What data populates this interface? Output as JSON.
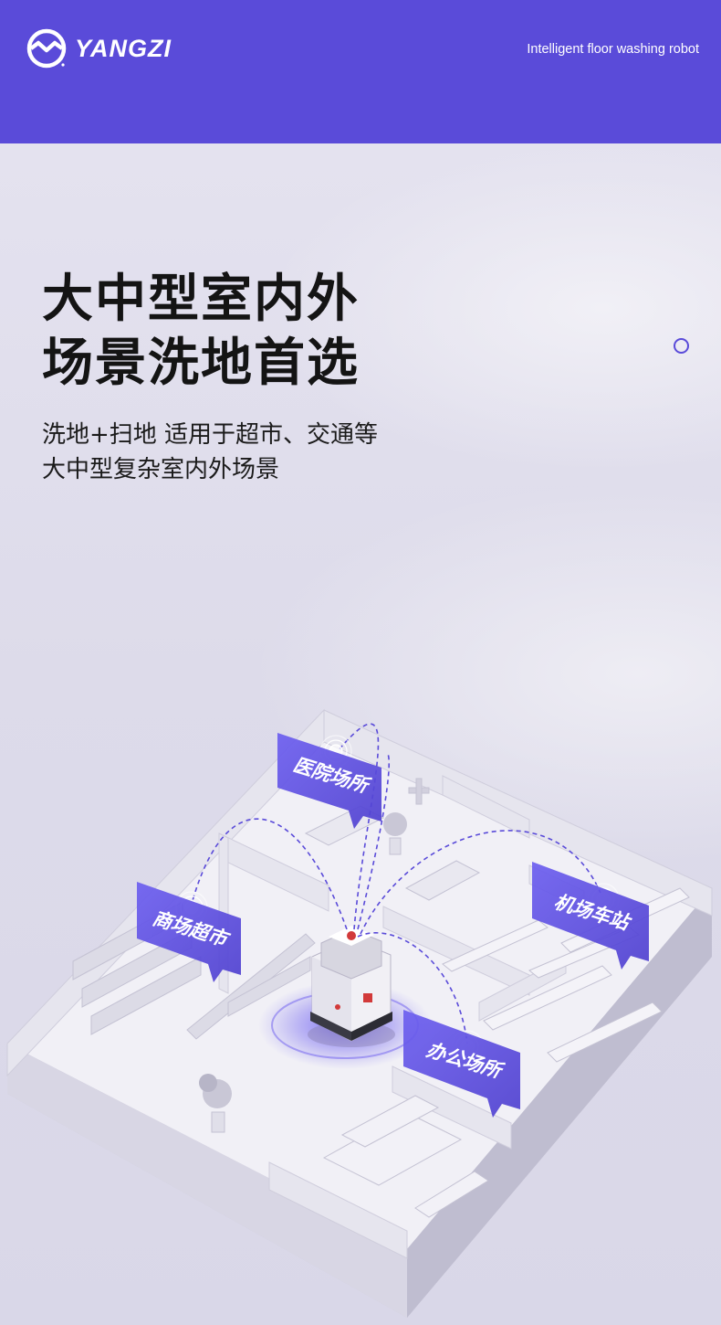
{
  "header": {
    "brand": "YANGZI",
    "tagline": "Intelligent floor washing robot",
    "bg_color": "#5a4bd9"
  },
  "hero": {
    "title_line1": "大中型室内外",
    "title_line2": "场景洗地首选",
    "subtitle_line1": "洗地+扫地 适用于超市、交通等",
    "subtitle_line2": "大中型复杂室内外场景"
  },
  "scene": {
    "labels": {
      "hospital": "医院场所",
      "supermarket": "商场超市",
      "airport": "机场车站",
      "office": "办公场所"
    },
    "label_color": "#5a4bd9",
    "path_color": "#5a4bd9"
  }
}
